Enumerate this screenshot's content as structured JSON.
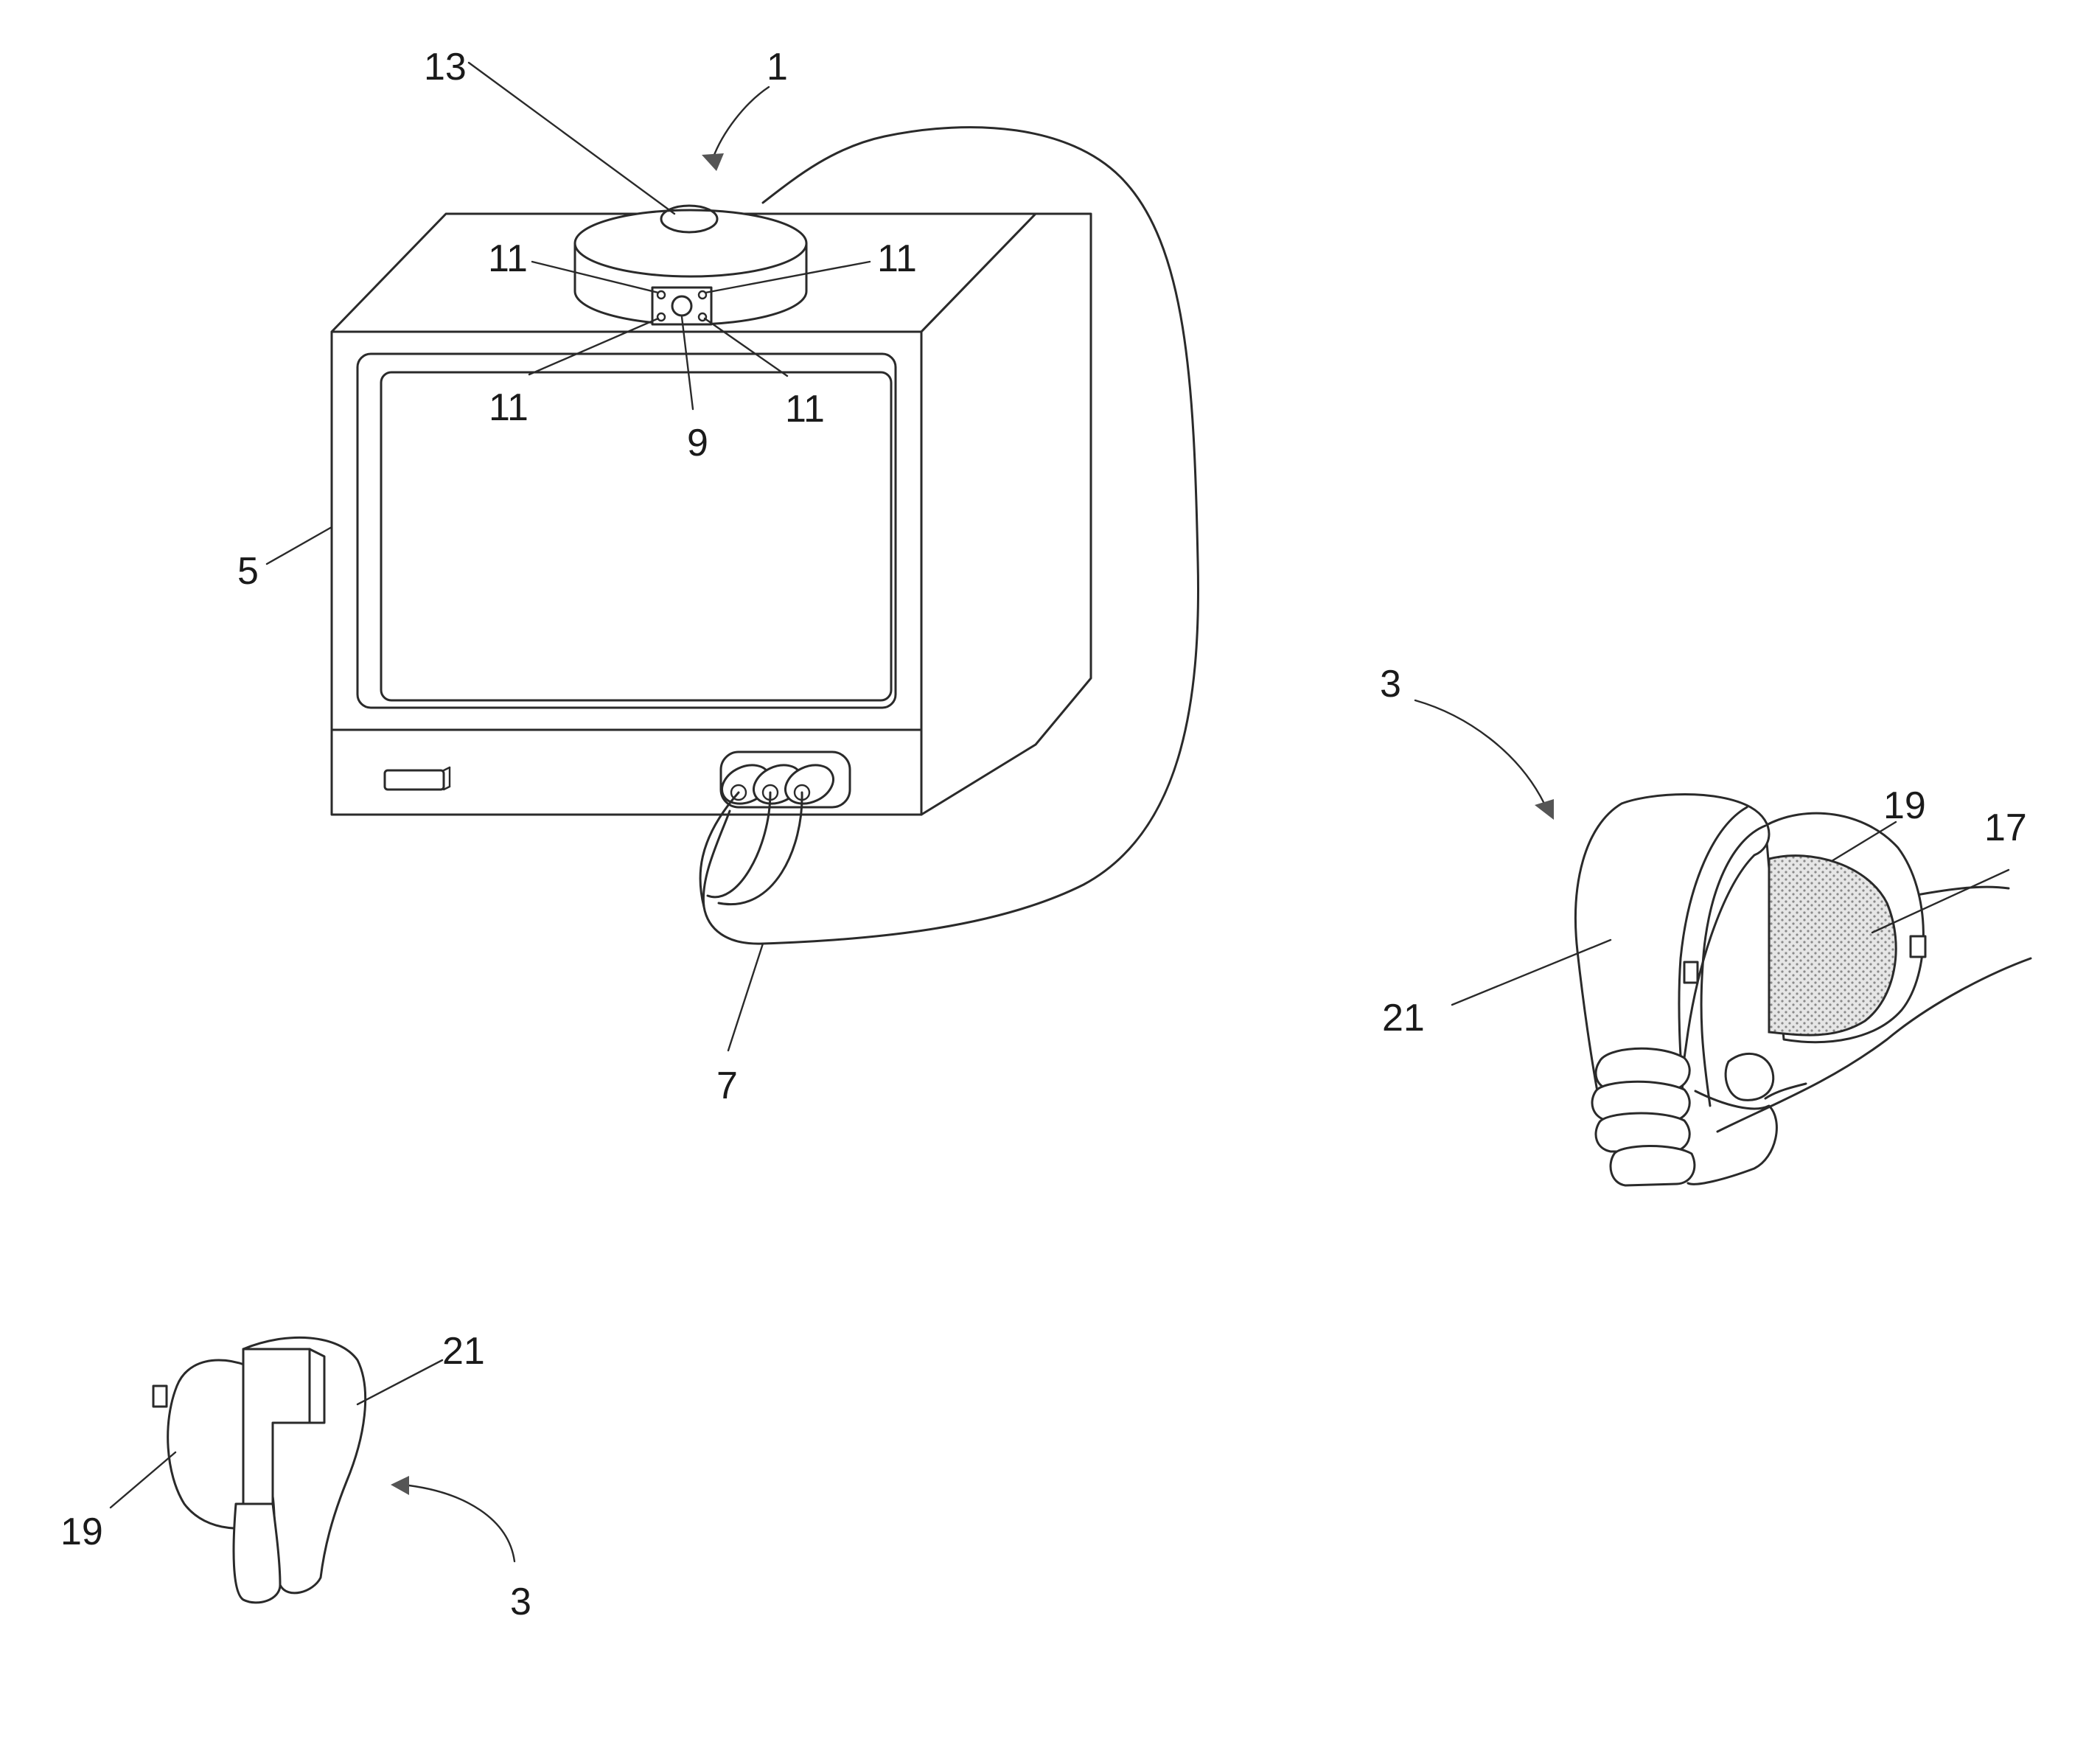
{
  "labels": {
    "system": "1",
    "controller_top": "3",
    "display": "5",
    "cable": "7",
    "camera": "9",
    "light_a": "11",
    "light_b": "11",
    "light_c": "11",
    "light_d": "11",
    "unit_top": "13",
    "target": "17",
    "cover_top": "19",
    "body_top": "21",
    "body_bottom": "21",
    "cover_bottom": "19",
    "controller_bottom": "3"
  },
  "colors": {
    "line": "#2a2a2a",
    "shading": "#c8c8c8"
  }
}
